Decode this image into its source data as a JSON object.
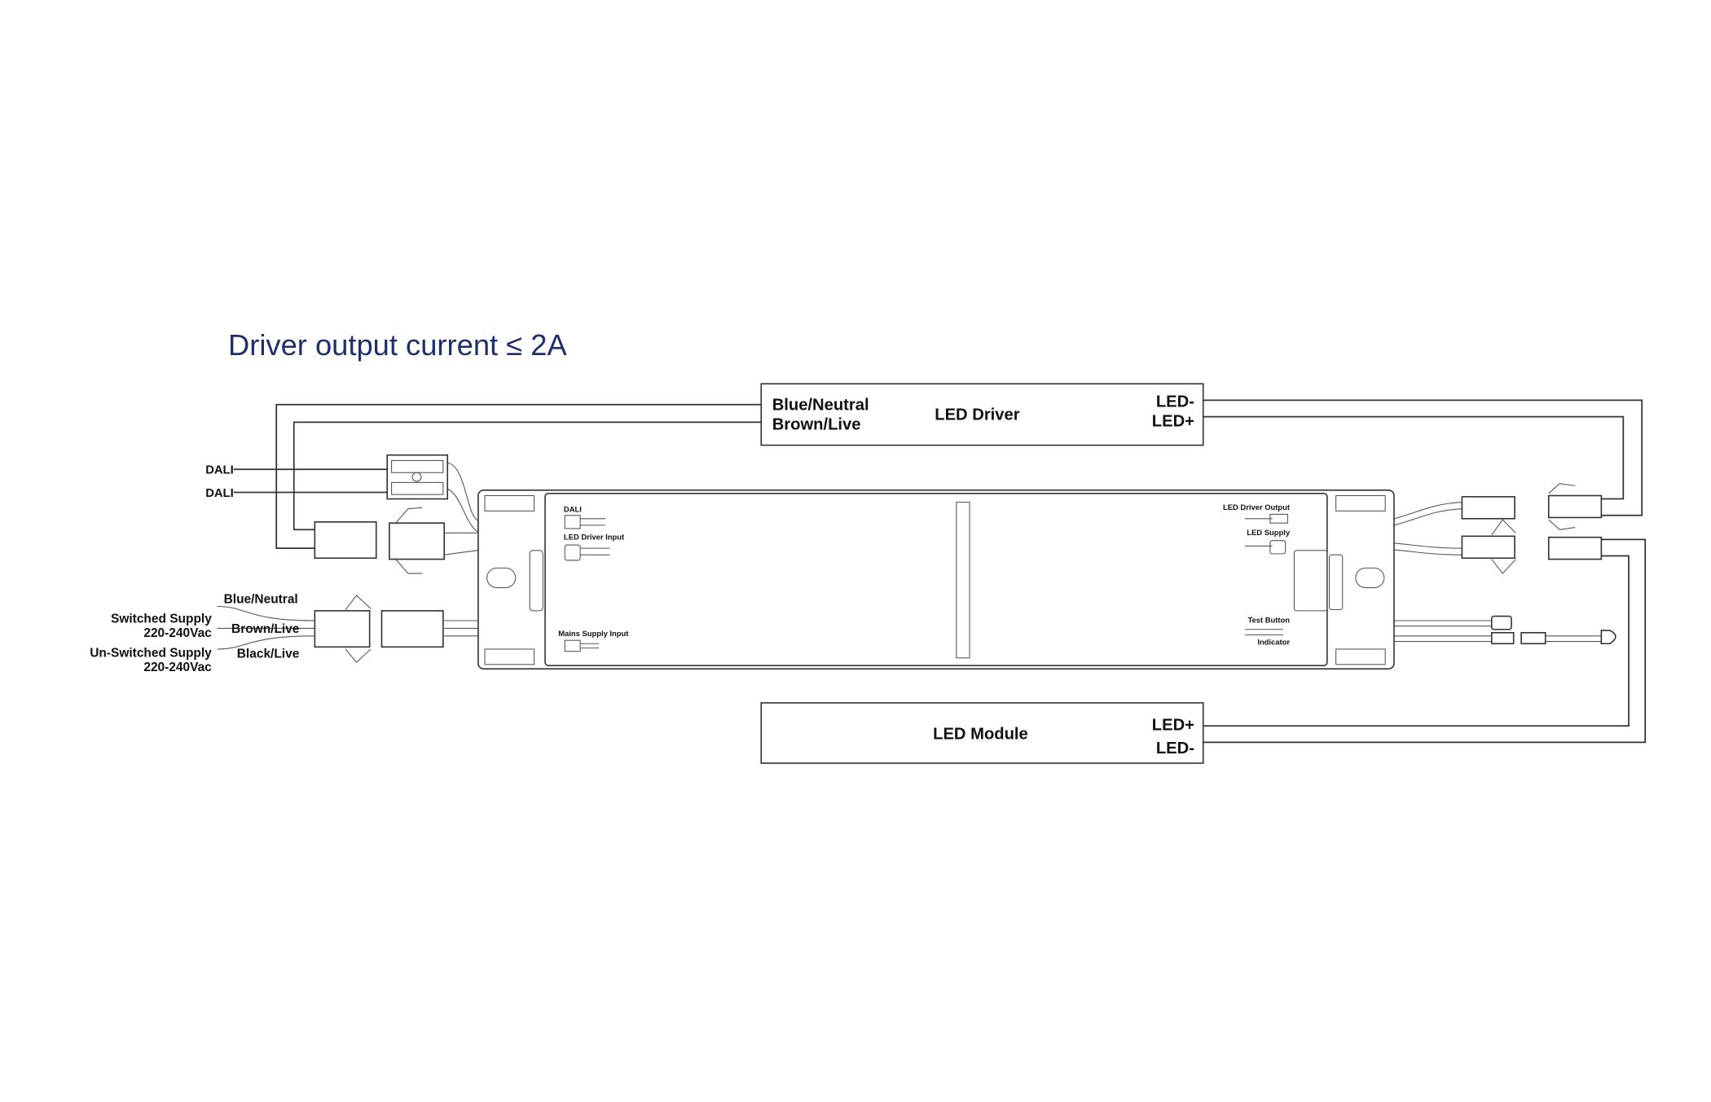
{
  "title": "Driver output current ≤ 2A",
  "colors": {
    "title": "#1f2f6e",
    "lines": "#333333"
  },
  "led_driver": {
    "name": "LED Driver",
    "input_neutral": "Blue/Neutral",
    "input_live": "Brown/Live",
    "out_neg": "LED-",
    "out_pos": "LED+"
  },
  "led_module": {
    "name": "LED Module",
    "in_pos": "LED+",
    "in_neg": "LED-"
  },
  "dali": {
    "line1": "DALI",
    "line2": "DALI"
  },
  "supply": {
    "blue": "Blue/Neutral",
    "brown": "Brown/Live",
    "black": "Black/Live",
    "switched": "Switched Supply",
    "switched_v": "220-240Vac",
    "unswitched": "Un-Switched Supply",
    "unswitched_v": "220-240Vac"
  },
  "unit_labels": {
    "dali": "DALI",
    "led_driver_input": "LED Driver Input",
    "mains_supply_input": "Mains Supply Input",
    "led_driver_output": "LED Driver Output",
    "led_supply": "LED Supply",
    "test_button": "Test Button",
    "indicator": "Indicator"
  }
}
